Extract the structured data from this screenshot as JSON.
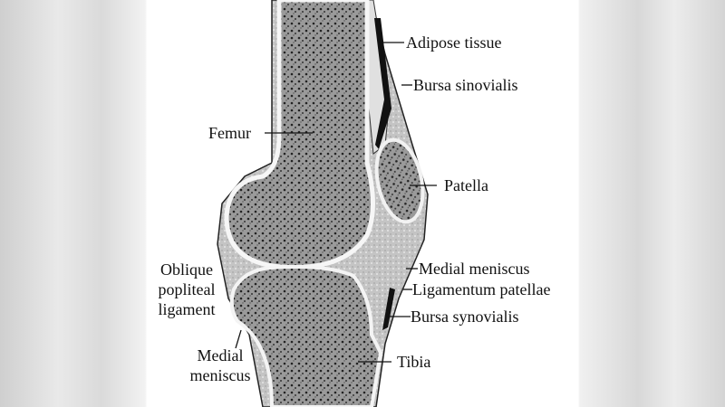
{
  "labels": {
    "adipose_tissue": "Adipose tissue",
    "bursa_sinovialis": "Bursa sinovialis",
    "femur": "Femur",
    "patella": "Patella",
    "medial_meniscus_right": "Medial meniscus",
    "ligamentum_patellae": "Ligamentum patellae",
    "bursa_synovialis": "Bursa synovialis",
    "tibia": "Tibia",
    "oblique_popliteal_ligament": [
      "Oblique",
      "popliteal",
      "ligament"
    ],
    "medial_meniscus_left": [
      "Medial",
      "meniscus"
    ]
  },
  "colors": {
    "bone": "#8a8a8a",
    "bone_dark": "#3c3c3c",
    "soft_tissue": "#bdbdbd",
    "cartilage": "#f4f4f4"
  }
}
